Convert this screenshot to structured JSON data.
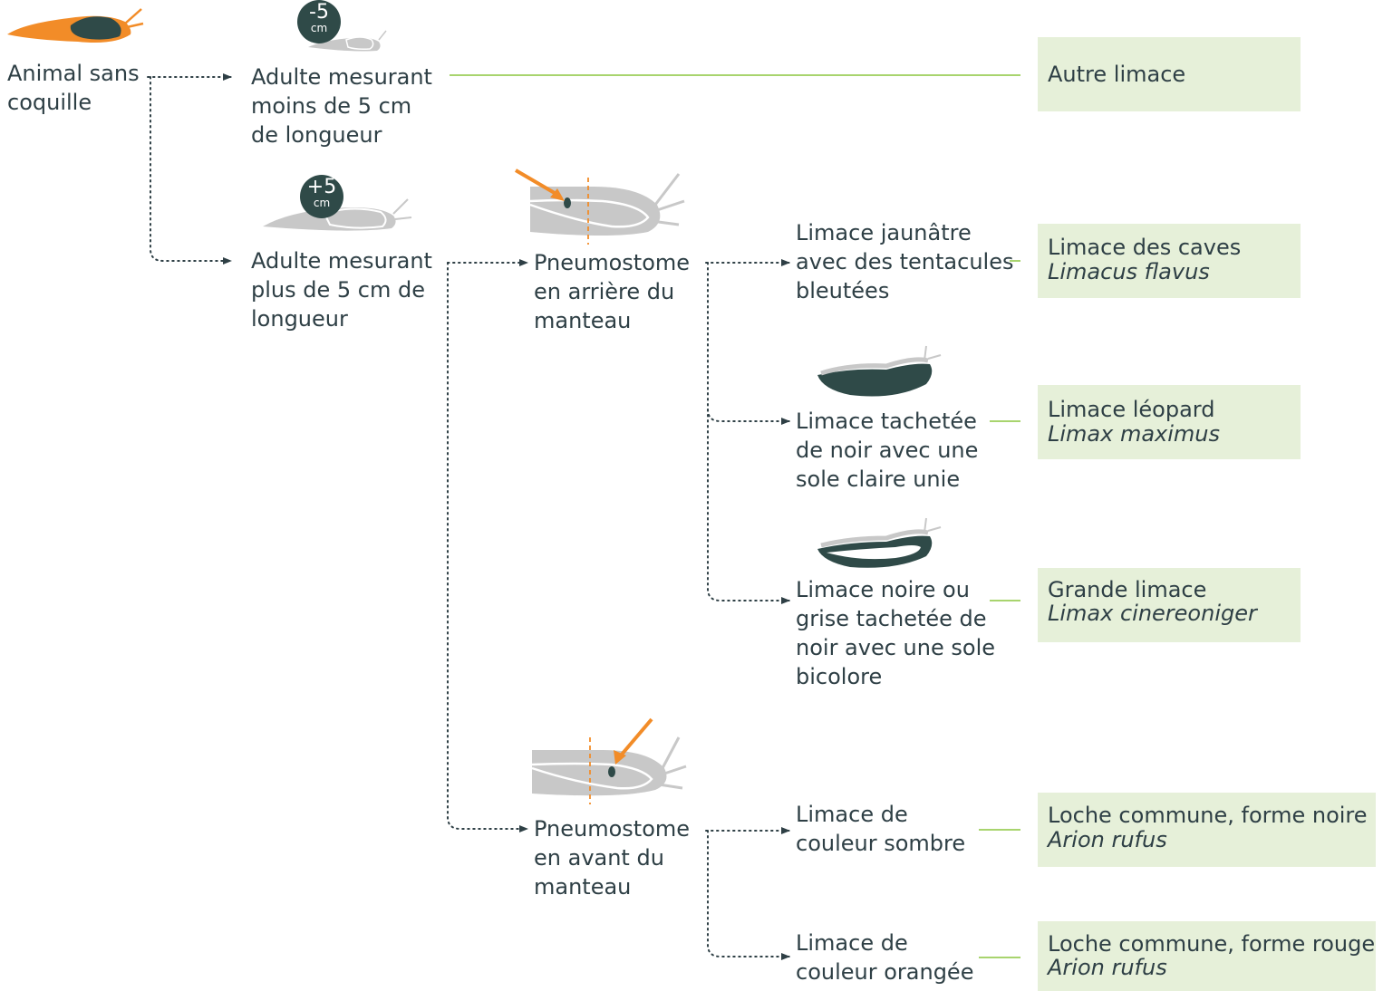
{
  "colors": {
    "text": "#2e3f45",
    "result_bg": "#e6f0d9",
    "connector_green": "#8cc63f",
    "accent_orange": "#f28c28",
    "dark_teal": "#2f4a48",
    "slug_grey": "#c8c8c8"
  },
  "icons": [
    "orange-slug-icon",
    "small-slug-icon",
    "large-slug-icon",
    "pneumostome-rear-icon",
    "spotted-slug-icon",
    "banded-slug-icon",
    "pneumostome-front-icon",
    "dotted-arrow-icon"
  ],
  "nodes": {
    "root": [
      "Animal sans",
      "coquille"
    ],
    "small": [
      "Adulte mesurant",
      "moins de 5 cm",
      "de longueur"
    ],
    "large": [
      "Adulte mesurant",
      "plus de 5 cm de",
      "longueur"
    ],
    "rear": [
      "Pneumostome",
      "en arrière du",
      "manteau"
    ],
    "front": [
      "Pneumostome",
      "en avant du",
      "manteau"
    ],
    "yellow": [
      "Limace jaunâtre",
      "avec des tentacules",
      "bleutées"
    ],
    "spotted": [
      "Limace tachetée",
      "de noir avec une",
      "sole claire unie"
    ],
    "greyblack": [
      "Limace noire ou",
      "grise tachetée de",
      "noir avec une sole",
      "bicolore"
    ],
    "dark": [
      "Limace de",
      "couleur sombre"
    ],
    "orange": [
      "Limace de",
      "couleur orangée"
    ]
  },
  "badges": {
    "small": {
      "value": "-5",
      "unit": "cm"
    },
    "large": {
      "value": "+5",
      "unit": "cm"
    }
  },
  "results": {
    "other": {
      "name": "Autre limace",
      "species": ""
    },
    "caves": {
      "name": "Limace des caves",
      "species": "Limacus flavus"
    },
    "leopard": {
      "name": "Limace léopard",
      "species": "Limax maximus"
    },
    "grande": {
      "name": "Grande limace",
      "species": "Limax cinereoniger"
    },
    "noire": {
      "name": "Loche commune, forme noire",
      "species": "Arion rufus"
    },
    "rouge": {
      "name": "Loche commune, forme rouge",
      "species": "Arion rufus"
    }
  }
}
